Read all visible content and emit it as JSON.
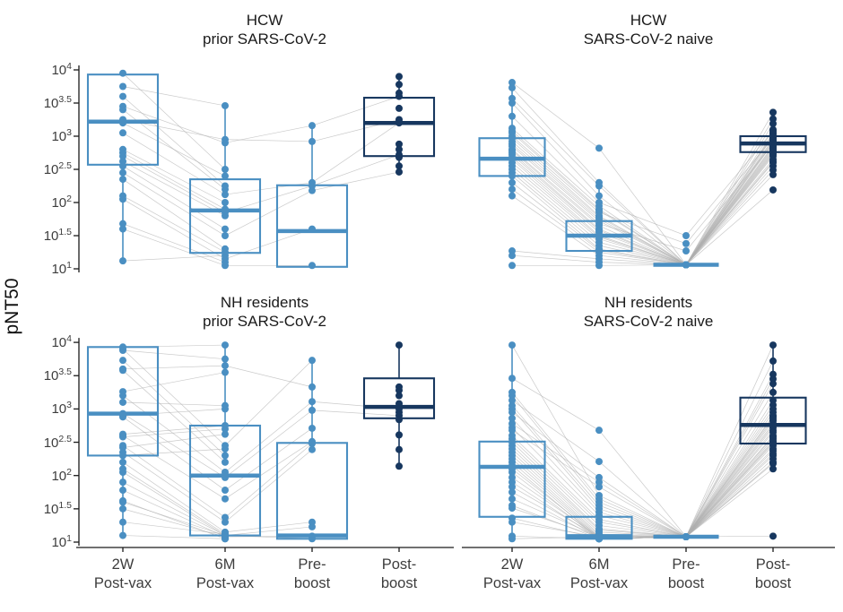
{
  "colors": {
    "light_blue": "#4a8fc2",
    "dark_navy": "#17375f",
    "subject_line": "#aeaeae",
    "axis_line": "#1a1a1a",
    "tick_text": "#3d3d3d"
  },
  "y_axis": {
    "title": "pNT50",
    "base": "10",
    "tick_exponents": [
      "4",
      "3.5",
      "3",
      "2.5",
      "2",
      "1.5",
      "1"
    ]
  },
  "x_axis": {
    "categories": [
      [
        "2W",
        "Post-vax"
      ],
      [
        "6M",
        "Post-vax"
      ],
      [
        "Pre-",
        "boost"
      ],
      [
        "Post-",
        "boost"
      ]
    ]
  },
  "chart_data": {
    "type": "box+scatter+lines",
    "log_scale": true,
    "ylim_log10": [
      1,
      4
    ],
    "grid": false,
    "legend": "none",
    "note": "Paired pNT50 titers (log10 units) per subject across 4 timepoints; first 3 timepoints light blue, Post-boost dark navy; gray lines connect same subject.",
    "panels": [
      {
        "id": "hcw-prior",
        "title_line1": "HCW",
        "title_line2": "prior SARS-CoV-2",
        "boxes": [
          {
            "q1": 2.57,
            "median": 3.22,
            "q3": 3.93,
            "whisker_lo": 1.12,
            "whisker_hi": 3.95
          },
          {
            "q1": 1.24,
            "median": 1.88,
            "q3": 2.35,
            "whisker_lo": 1.05,
            "whisker_hi": 3.46
          },
          {
            "q1": 1.03,
            "median": 1.57,
            "q3": 2.26,
            "whisker_lo": 1.05,
            "whisker_hi": 3.16
          },
          {
            "q1": 2.7,
            "median": 3.2,
            "q3": 3.58,
            "whisker_lo": 2.46,
            "whisker_hi": 3.9
          }
        ],
        "subjects": [
          [
            3.95,
            2.5,
            null,
            3.9
          ],
          [
            3.75,
            3.46,
            null,
            3.78
          ],
          [
            3.6,
            2.25,
            null,
            3.65
          ],
          [
            3.45,
            2.9,
            3.16,
            3.6
          ],
          [
            3.4,
            2.2,
            null,
            3.42
          ],
          [
            3.25,
            2.95,
            2.92,
            3.25
          ],
          [
            3.2,
            2.4,
            null,
            3.22
          ],
          [
            3.05,
            2.12,
            2.3,
            3.2
          ],
          [
            2.8,
            2.0,
            null,
            2.88
          ],
          [
            2.75,
            1.9,
            null,
            2.8
          ],
          [
            2.7,
            1.85,
            2.25,
            2.72
          ],
          [
            2.62,
            1.8,
            null,
            2.68
          ],
          [
            2.55,
            1.6,
            null,
            2.55
          ],
          [
            2.45,
            1.5,
            2.18,
            2.46
          ],
          [
            2.35,
            1.3,
            null,
            null
          ],
          [
            2.1,
            1.25,
            null,
            null
          ],
          [
            2.05,
            1.15,
            1.6,
            null
          ],
          [
            1.68,
            1.1,
            null,
            null
          ],
          [
            1.6,
            1.05,
            1.05,
            null
          ],
          [
            1.12,
            1.2,
            null,
            null
          ]
        ]
      },
      {
        "id": "hcw-naive",
        "title_line1": "HCW",
        "title_line2": "SARS-CoV-2 naive",
        "boxes": [
          {
            "q1": 2.4,
            "median": 2.66,
            "q3": 2.97,
            "whisker_lo": 2.05,
            "whisker_hi": 3.81
          },
          {
            "q1": 1.27,
            "median": 1.5,
            "q3": 1.72,
            "whisker_lo": 1.05,
            "whisker_hi": 2.3
          },
          {
            "q1": 1.05,
            "median": 1.06,
            "q3": 1.07,
            "whisker_lo": 1.06,
            "whisker_hi": 1.06
          },
          {
            "q1": 2.76,
            "median": 2.89,
            "q3": 3.0,
            "whisker_lo": 2.42,
            "whisker_hi": 3.36
          }
        ],
        "subjects": [
          [
            3.81,
            2.82,
            1.06,
            3.36
          ],
          [
            3.73,
            2.3,
            1.06,
            3.26
          ],
          [
            3.57,
            2.25,
            1.06,
            3.19
          ],
          [
            3.5,
            2.1,
            1.06,
            3.1
          ],
          [
            3.3,
            2.0,
            1.5,
            3.08
          ],
          [
            3.12,
            1.95,
            1.06,
            3.05
          ],
          [
            3.08,
            1.9,
            1.06,
            3.03
          ],
          [
            3.05,
            1.88,
            1.06,
            3.0
          ],
          [
            3.0,
            1.85,
            1.38,
            2.98
          ],
          [
            2.97,
            1.8,
            1.06,
            2.96
          ],
          [
            2.92,
            1.78,
            1.06,
            2.94
          ],
          [
            2.88,
            1.75,
            1.06,
            2.92
          ],
          [
            2.85,
            1.72,
            1.06,
            2.9
          ],
          [
            2.8,
            1.68,
            1.27,
            2.88
          ],
          [
            2.78,
            1.65,
            1.06,
            2.86
          ],
          [
            2.75,
            1.6,
            1.06,
            2.84
          ],
          [
            2.72,
            1.58,
            1.06,
            2.82
          ],
          [
            2.68,
            1.55,
            1.06,
            2.8
          ],
          [
            2.65,
            1.5,
            1.06,
            2.78
          ],
          [
            2.6,
            1.48,
            1.06,
            2.76
          ],
          [
            2.55,
            1.45,
            1.06,
            2.74
          ],
          [
            2.5,
            1.4,
            1.06,
            2.72
          ],
          [
            2.45,
            1.35,
            1.06,
            2.7
          ],
          [
            2.4,
            1.3,
            1.06,
            2.65
          ],
          [
            2.3,
            1.28,
            1.06,
            2.62
          ],
          [
            2.2,
            1.25,
            1.06,
            2.55
          ],
          [
            2.1,
            1.2,
            1.06,
            2.49
          ],
          [
            1.27,
            1.15,
            1.06,
            2.42
          ],
          [
            1.2,
            1.1,
            1.06,
            2.19
          ],
          [
            1.05,
            1.05,
            1.06,
            2.6
          ]
        ]
      },
      {
        "id": "nh-prior",
        "title_line1": "NH residents",
        "title_line2": "prior SARS-CoV-2",
        "boxes": [
          {
            "q1": 2.3,
            "median": 2.93,
            "q3": 3.93,
            "whisker_lo": 1.1,
            "whisker_hi": 3.96
          },
          {
            "q1": 1.1,
            "median": 2.0,
            "q3": 2.75,
            "whisker_lo": 1.05,
            "whisker_hi": 3.96
          },
          {
            "q1": 1.05,
            "median": 1.1,
            "q3": 2.49,
            "whisker_lo": 1.05,
            "whisker_hi": 3.73
          },
          {
            "q1": 2.86,
            "median": 3.03,
            "q3": 3.46,
            "whisker_lo": 2.14,
            "whisker_hi": 3.96
          }
        ],
        "subjects": [
          [
            3.93,
            3.96,
            null,
            3.96
          ],
          [
            3.9,
            2.45,
            3.73,
            null
          ],
          [
            3.88,
            3.75,
            null,
            3.33
          ],
          [
            3.73,
            2.3,
            null,
            3.28
          ],
          [
            3.6,
            3.65,
            3.33,
            null
          ],
          [
            3.58,
            2.2,
            null,
            3.2
          ],
          [
            3.26,
            3.55,
            null,
            3.08
          ],
          [
            3.2,
            2.05,
            3.11,
            3.0
          ],
          [
            3.1,
            3.05,
            null,
            2.95
          ],
          [
            2.93,
            1.97,
            2.98,
            2.9
          ],
          [
            2.9,
            3.0,
            null,
            2.84
          ],
          [
            2.88,
            1.78,
            2.71,
            null
          ],
          [
            2.62,
            2.75,
            null,
            2.61
          ],
          [
            2.6,
            1.65,
            2.51,
            null
          ],
          [
            2.58,
            2.7,
            null,
            2.39
          ],
          [
            2.45,
            1.37,
            2.48,
            null
          ],
          [
            2.42,
            2.62,
            null,
            2.14
          ],
          [
            2.35,
            1.3,
            2.39,
            null
          ],
          [
            2.3,
            2.4,
            null,
            null
          ],
          [
            2.2,
            1.15,
            1.3,
            null
          ],
          [
            2.1,
            1.12,
            null,
            null
          ],
          [
            2.05,
            1.1,
            1.23,
            null
          ],
          [
            1.9,
            1.1,
            null,
            null
          ],
          [
            1.78,
            1.08,
            1.09,
            null
          ],
          [
            1.62,
            1.05,
            null,
            null
          ],
          [
            1.6,
            1.1,
            1.05,
            null
          ],
          [
            1.5,
            1.08,
            null,
            null
          ],
          [
            1.3,
            1.12,
            null,
            null
          ],
          [
            1.1,
            1.05,
            null,
            null
          ]
        ]
      },
      {
        "id": "nh-naive",
        "title_line1": "NH residents",
        "title_line2": "SARS-CoV-2 naive",
        "boxes": [
          {
            "q1": 1.38,
            "median": 2.13,
            "q3": 2.51,
            "whisker_lo": 1.05,
            "whisker_hi": 3.96
          },
          {
            "q1": 1.05,
            "median": 1.09,
            "q3": 1.38,
            "whisker_lo": 1.05,
            "whisker_hi": 1.7
          },
          {
            "q1": 1.07,
            "median": 1.08,
            "q3": 1.09,
            "whisker_lo": 1.08,
            "whisker_hi": 1.08
          },
          {
            "q1": 2.48,
            "median": 2.76,
            "q3": 3.17,
            "whisker_lo": 2.1,
            "whisker_hi": 3.96
          }
        ],
        "subjects": [
          [
            3.96,
            1.7,
            1.08,
            3.96
          ],
          [
            3.46,
            2.68,
            1.08,
            3.72
          ],
          [
            3.25,
            1.65,
            1.08,
            3.52
          ],
          [
            3.2,
            1.6,
            1.08,
            3.45
          ],
          [
            3.13,
            2.21,
            1.08,
            3.38
          ],
          [
            3.05,
            1.55,
            1.08,
            3.25
          ],
          [
            3.0,
            1.5,
            1.08,
            3.13
          ],
          [
            2.95,
            1.97,
            1.08,
            3.06
          ],
          [
            2.86,
            1.45,
            1.08,
            2.95
          ],
          [
            2.78,
            1.9,
            1.08,
            2.88
          ],
          [
            2.72,
            1.4,
            1.08,
            2.78
          ],
          [
            2.68,
            1.83,
            1.08,
            2.72
          ],
          [
            2.6,
            1.34,
            1.08,
            2.68
          ],
          [
            2.55,
            1.3,
            1.08,
            2.58
          ],
          [
            2.5,
            1.25,
            1.08,
            2.52
          ],
          [
            2.45,
            1.2,
            1.08,
            2.48
          ],
          [
            2.4,
            1.18,
            1.08,
            2.37
          ],
          [
            2.35,
            1.15,
            1.08,
            2.3
          ],
          [
            2.3,
            1.12,
            1.08,
            2.25
          ],
          [
            2.25,
            1.1,
            1.08,
            2.18
          ],
          [
            2.2,
            1.08,
            1.08,
            2.1
          ],
          [
            2.15,
            1.05,
            1.08,
            2.9
          ],
          [
            2.1,
            1.08,
            1.08,
            2.82
          ],
          [
            2.05,
            1.05,
            1.08,
            2.75
          ],
          [
            1.97,
            1.08,
            1.08,
            2.65
          ],
          [
            1.9,
            1.05,
            1.08,
            2.6
          ],
          [
            1.83,
            1.08,
            1.08,
            2.55
          ],
          [
            1.75,
            1.05,
            1.08,
            2.45
          ],
          [
            1.65,
            1.08,
            1.08,
            2.4
          ],
          [
            1.55,
            1.05,
            1.08,
            2.33
          ],
          [
            1.51,
            1.08,
            1.08,
            2.2
          ],
          [
            1.36,
            1.05,
            1.08,
            3.0
          ],
          [
            1.3,
            1.08,
            1.08,
            2.85
          ],
          [
            1.09,
            1.05,
            1.08,
            1.09
          ],
          [
            1.05,
            1.08,
            1.08,
            2.5
          ]
        ]
      }
    ]
  }
}
